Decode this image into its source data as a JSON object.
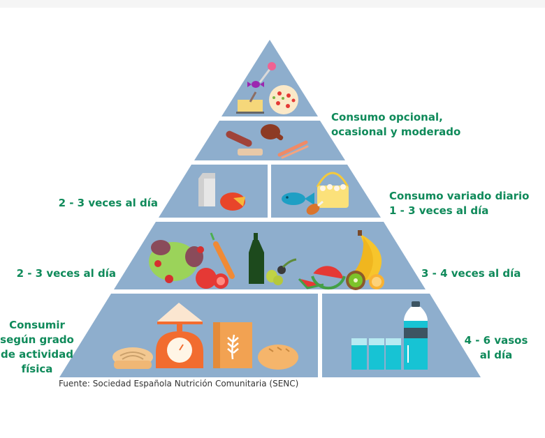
{
  "pyramid": {
    "fill_color": "#8eaecd",
    "tiers": [
      {
        "id": "tier-1",
        "foods": [
          "lollipop",
          "candy",
          "butter",
          "pizza"
        ]
      },
      {
        "id": "tier-2",
        "foods": [
          "sausage",
          "red-meat",
          "bacon",
          "ham"
        ]
      },
      {
        "id": "tier-3-left",
        "foods": [
          "milk-carton",
          "cheese"
        ]
      },
      {
        "id": "tier-3-right",
        "foods": [
          "fish",
          "egg-basket",
          "chicken-leg"
        ]
      },
      {
        "id": "tier-4",
        "foods": [
          "lettuce",
          "tomato",
          "carrot",
          "olive-oil-bottle",
          "olives",
          "watermelon",
          "banana",
          "kiwi",
          "orange"
        ]
      },
      {
        "id": "tier-5-left",
        "foods": [
          "pasta",
          "kitchen-scale-flour",
          "flour-bag",
          "bread"
        ]
      },
      {
        "id": "tier-5-right",
        "foods": [
          "water-glasses",
          "water-bottle"
        ]
      }
    ]
  },
  "labels": {
    "top_right_line1": "Consumo opcional,",
    "top_right_line2": "ocasional y moderado",
    "dairy_left": "2 - 3 veces al día",
    "protein_right_line1": "Consumo variado diario",
    "protein_right_line2": "1 - 3 veces al día",
    "veg_left": "2 - 3 veces al día",
    "fruit_right": "3 - 4 veces al día",
    "cereal_left_line1": "Consumir",
    "cereal_left_line2": "según grado",
    "cereal_left_line3": "de actividad",
    "cereal_left_line4": "física",
    "water_right_line1": "4 - 6 vasos",
    "water_right_line2": "al día",
    "label_color": "#0f8a5a"
  },
  "source": "Fuente: Sociedad Española Nutrición Comunitaria (SENC)"
}
